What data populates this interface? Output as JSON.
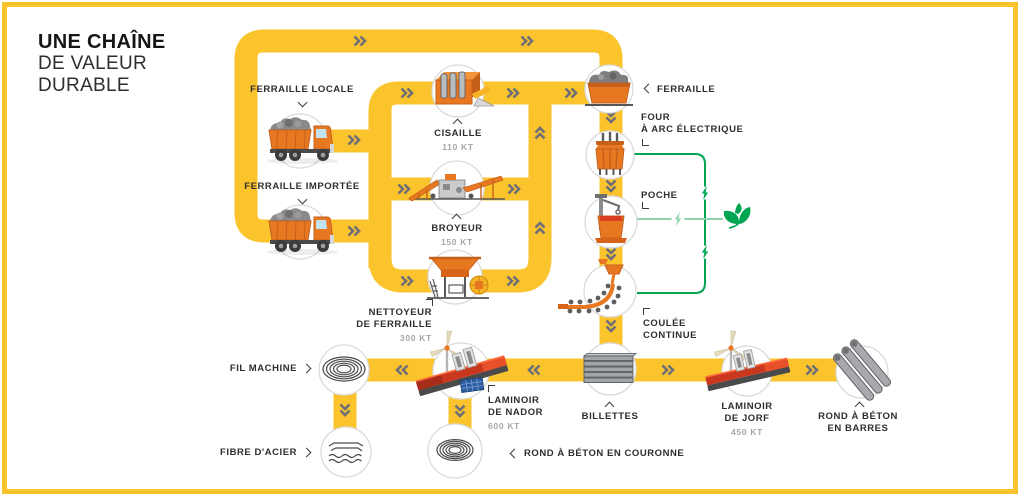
{
  "title": {
    "line1": "UNE CHAÎNE",
    "line2": "DE VALEUR",
    "line3": "DURABLE"
  },
  "nodes": {
    "ferraille_locale": {
      "label": "FERRAILLE LOCALE"
    },
    "ferraille_importee": {
      "label": "FERRAILLE IMPORTÉE"
    },
    "cisaille": {
      "label": "CISAILLE",
      "capacity": "110 KT"
    },
    "broyeur": {
      "label": "BROYEUR",
      "capacity": "150 KT"
    },
    "nettoyeur": {
      "line1": "NETTOYEUR",
      "line2": "DE FERRAILLE",
      "capacity": "300 KT"
    },
    "ferraille": {
      "label": "FERRAILLE"
    },
    "four": {
      "line1": "FOUR",
      "line2": "À ARC ÉLECTRIQUE"
    },
    "poche": {
      "label": "POCHE"
    },
    "coulee": {
      "line1": "COULÉE",
      "line2": "CONTINUE"
    },
    "billettes": {
      "label": "BILLETTES"
    },
    "laminoir_nador": {
      "line1": "LAMINOIR",
      "line2": "DE NADOR",
      "capacity": "600 KT"
    },
    "laminoir_jorf": {
      "line1": "LAMINOIR",
      "line2": "DE JORF",
      "capacity": "450 KT"
    },
    "fil_machine": {
      "label": "FIL MACHINE"
    },
    "fibre_acier": {
      "label": "FIBRE D'ACIER"
    },
    "rond_couronne": {
      "label": "ROND À BÉTON EN COURONNE"
    },
    "rond_barres": {
      "line1": "ROND À BÉTON",
      "line2": "EN BARRES"
    }
  },
  "colors": {
    "path_yellow": "#FBC42D",
    "arrow_gray": "#6E6F76",
    "machine_orange": "#E87722",
    "machine_orange_dark": "#C4601A",
    "steel_gray": "#9FA2A6",
    "mill_red": "#C8371E",
    "energy_green": "#00A651",
    "energy_green_light": "#8FD4A8",
    "solar_blue": "#2E5FA3",
    "text_dark": "#2E2E2E",
    "text_muted": "#A6A6A6"
  }
}
